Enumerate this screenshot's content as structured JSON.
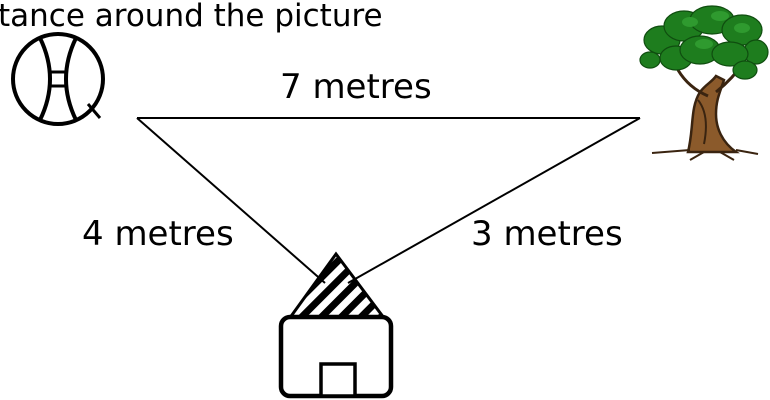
{
  "title_fragment": "tance around the picture",
  "distances": {
    "ball_to_tree": "7 metres",
    "ball_to_house": "4 metres",
    "tree_to_house": "3 metres"
  },
  "icons": [
    "ball-icon",
    "tree-icon",
    "house-icon"
  ],
  "colors": {
    "line": "#000000",
    "foliage": "#1e7d1e",
    "trunk": "#8b5a2b"
  }
}
